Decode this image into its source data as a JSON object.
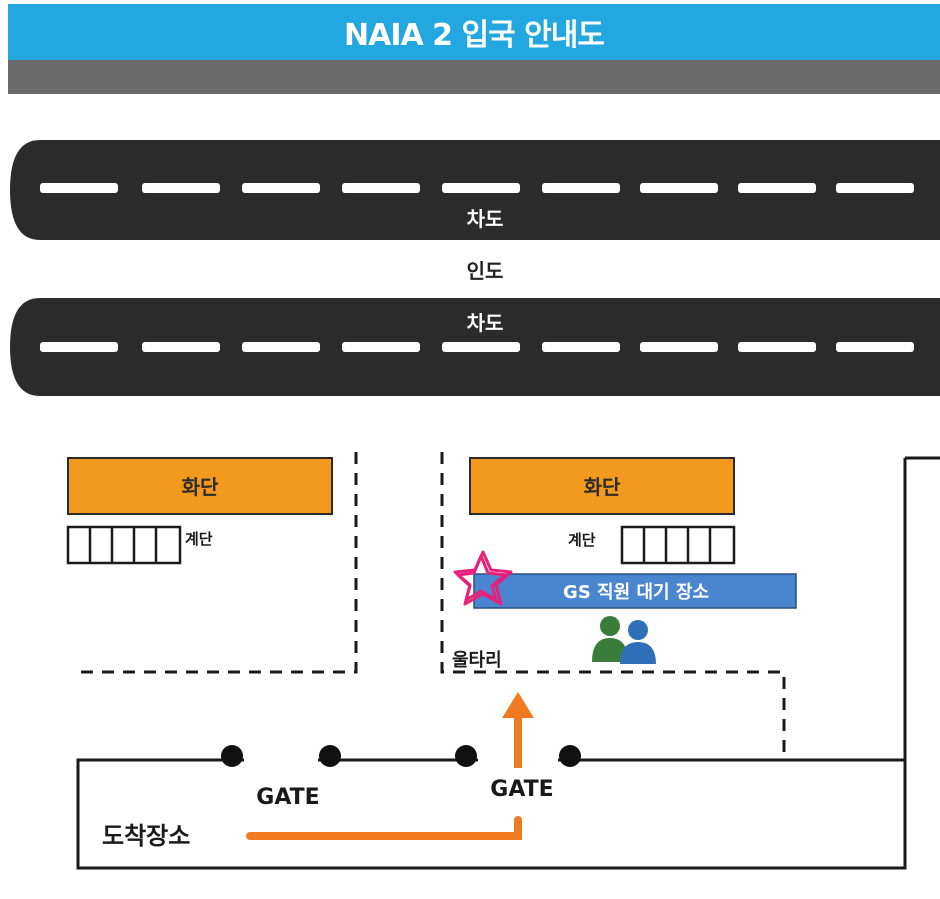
{
  "header": {
    "title": "NAIA 2 입국 안내도"
  },
  "map": {
    "road_label_top": "차도",
    "sidewalk_label": "인도",
    "road_label_bottom": "차도",
    "flowerbed_left": "화단",
    "flowerbed_right": "화단",
    "stairs_left": "계단",
    "stairs_right": "계단",
    "waiting_area": "GS 직원 대기 장소",
    "fence_label": "울타리",
    "gate_left": "GATE",
    "gate_right": "GATE",
    "arrival_label": "도착장소"
  },
  "colors": {
    "header": "#22a7e0",
    "road": "#2b2b2b",
    "flowerbed": "#f39a1e",
    "waiting_box": "#4a86d0",
    "route_arrow": "#f07a22",
    "star": "#e8207a"
  },
  "icons": [
    "star-marker-icon",
    "people-icon",
    "route-arrow-icon"
  ]
}
